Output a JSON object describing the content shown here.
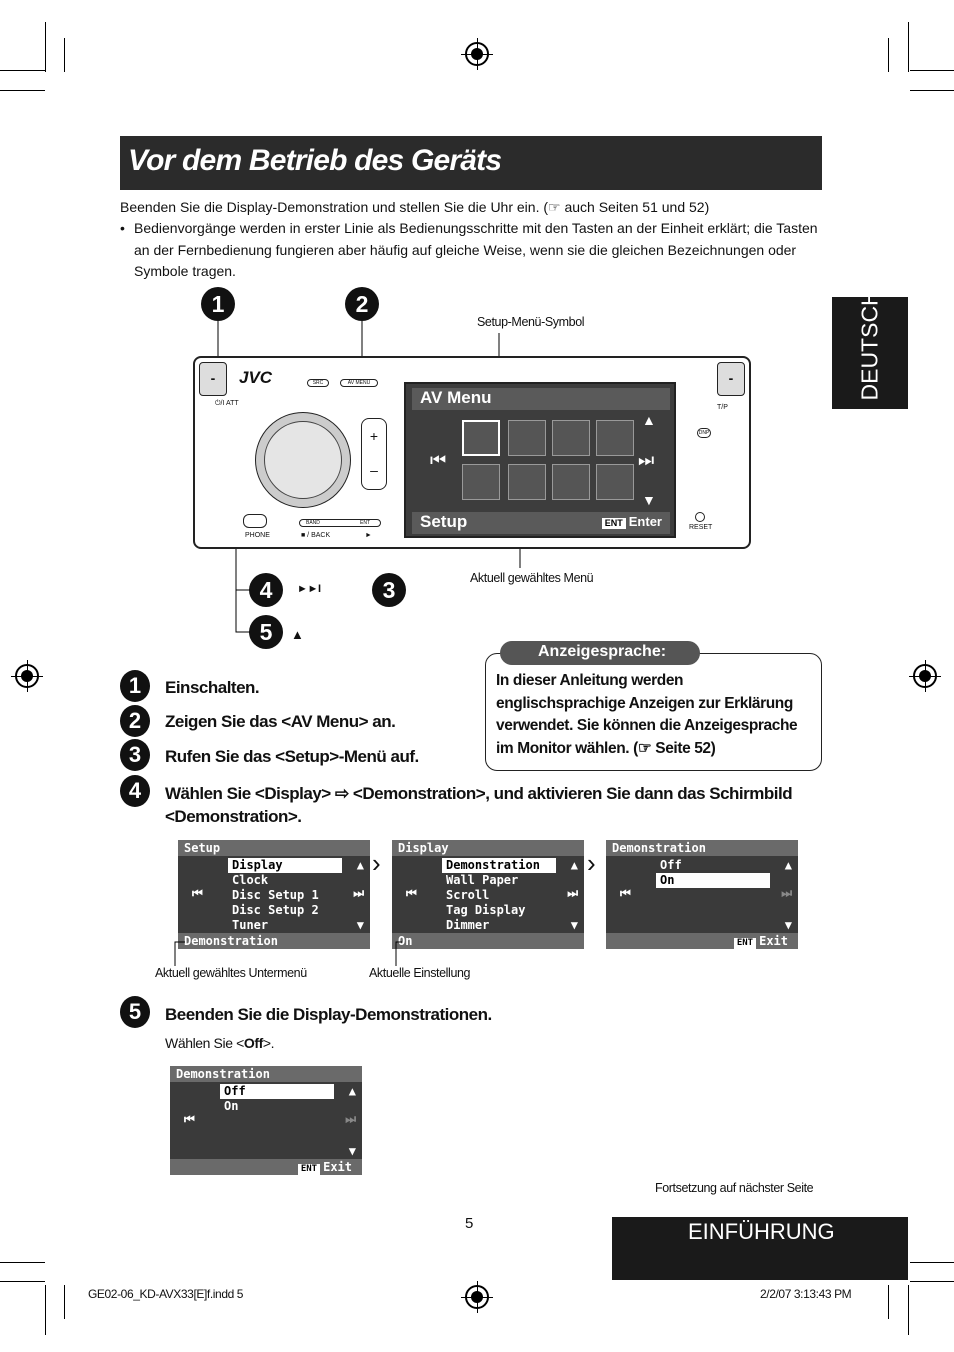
{
  "title": "Vor dem Betrieb des Geräts",
  "intro": {
    "line1": "Beenden Sie die Display-Demonstration und stellen Sie die Uhr ein. (☞ auch Seiten 51 und 52)",
    "bullet": "•",
    "bullet_text": "Bedienvorgänge werden in erster Linie als Bedienungsschritte mit den Tasten an der Einheit erklärt; die Tasten an der Fernbedienung fungieren aber häufig auf gleiche Weise, wenn sie die gleichen Bezeichnungen oder Symbole tragen."
  },
  "side_tab": "DEUTSCH",
  "diagram": {
    "callout_1": "1",
    "callout_2": "2",
    "callout_3": "3",
    "callout_4": "4",
    "callout_5": "5",
    "setup_symbol_label": "Setup-Menü-Symbol",
    "current_menu_label": "Aktuell gewähltes Menü",
    "brand": "JVC",
    "src_label": "SRC",
    "av_menu_btn": "AV MENU",
    "att_label": "⏻/I ATT",
    "tp_label": "T/P",
    "dnp_label": "DNP",
    "reset_label": "RESET",
    "phone_label": "PHONE",
    "band_label": "BAND",
    "back_label": "■ / BACK",
    "ent_btn": "ENT",
    "play_label": "►",
    "minus": "-",
    "av_menu_title": "AV Menu",
    "setup_title": "Setup",
    "ent_tag": "ENT",
    "enter_label": "Enter",
    "step4_symbol": "►►I",
    "step5_symbol": "▲"
  },
  "lang_box": {
    "heading": "Anzeigesprache:",
    "text": "In dieser Anleitung werden englischsprachige Anzeigen zur Erklärung verwendet. Sie können die Anzeigesprache im Monitor wählen.",
    "ref": "(☞ Seite 52)"
  },
  "steps": [
    {
      "num": "1",
      "text": "Einschalten."
    },
    {
      "num": "2",
      "text": "Zeigen Sie das <AV Menu> an."
    },
    {
      "num": "3",
      "text": "Rufen Sie das <Setup>-Menü auf."
    },
    {
      "num": "4",
      "text": "Wählen Sie <Display> ⇨ <Demonstration>, und aktivieren Sie dann das Schirmbild <Demonstration>."
    },
    {
      "num": "5",
      "text": "Beenden Sie die Display-Demonstrationen."
    }
  ],
  "menus": {
    "setup": {
      "header": "Setup",
      "items": [
        "Display",
        "Clock",
        "Disc Setup 1",
        "Disc Setup 2",
        "Tuner"
      ],
      "footer": "Demonstration"
    },
    "display": {
      "header": "Display",
      "items": [
        "Demonstration",
        "Wall Paper",
        "Scroll",
        "Tag Display",
        "Dimmer"
      ],
      "footer": "On"
    },
    "demo": {
      "header": "Demonstration",
      "items": [
        "Off",
        "On"
      ],
      "ent": "ENT",
      "exit": "Exit"
    },
    "demo2": {
      "header": "Demonstration",
      "items": [
        "Off",
        "On"
      ],
      "ent": "ENT",
      "exit": "Exit"
    }
  },
  "captions": {
    "submenu": "Aktuell gewähltes Untermenü",
    "setting": "Aktuelle Einstellung"
  },
  "step5_sub": {
    "pre": "Wählen Sie <",
    "bold": "Off",
    "post": ">."
  },
  "continued": "Fortsetzung auf nächster Seite",
  "page_number": "5",
  "footer_tab": "EINFÜHRUNG",
  "slug_left": "GE02-06_KD-AVX33[E]f.indd   5",
  "slug_right": "2/2/07   3:13:43 PM"
}
